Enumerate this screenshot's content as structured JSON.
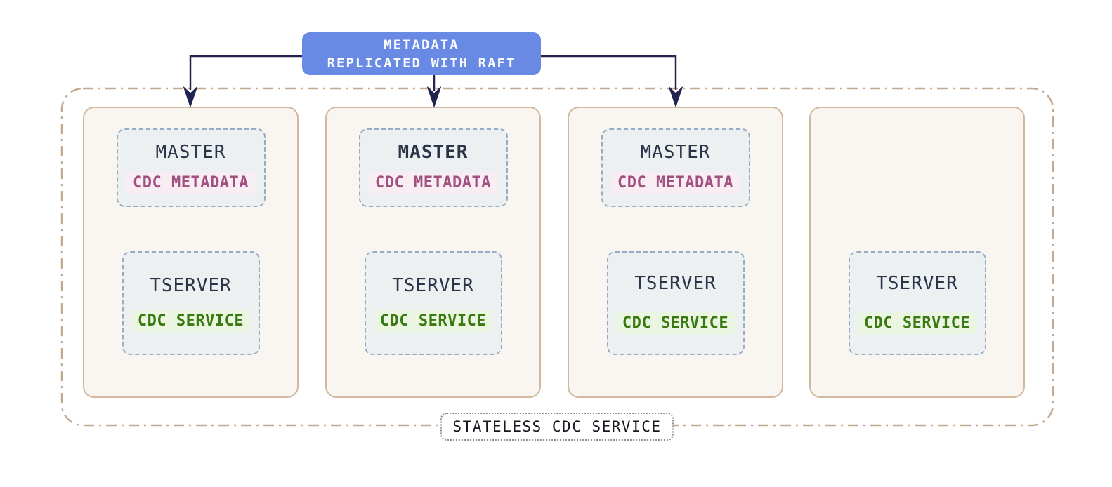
{
  "raft_box": {
    "line1": "METADATA",
    "line2": "REPLICATED WITH RAFT"
  },
  "footer_label": "STATELESS CDC SERVICE",
  "nodes": [
    {
      "master_title": "MASTER",
      "master_badge": "CDC METADATA",
      "tserver_title": "TSERVER",
      "tserver_badge": "CDC SERVICE"
    },
    {
      "master_title": "MASTER",
      "master_badge": "CDC METADATA",
      "tserver_title": "TSERVER",
      "tserver_badge": "CDC SERVICE"
    },
    {
      "master_title": "MASTER",
      "master_badge": "CDC METADATA",
      "tserver_title": "TSERVER",
      "tserver_badge": "CDC SERVICE"
    },
    {
      "tserver_title": "TSERVER",
      "tserver_badge": "CDC SERVICE"
    }
  ],
  "colors": {
    "raft_box_bg": "#688ae4",
    "raft_box_text": "#fbfcff",
    "arrow": "#232350",
    "outer_boundary_border": "#c3a98f",
    "node_border": "#d2b89f",
    "node_bg": "#f9f6f2",
    "inner_box_border": "#96abc4",
    "inner_box_bg": "#edf0f1",
    "title_text": "#2b3448",
    "metadata_text": "#a1517f",
    "metadata_bg": "#f7edf2",
    "service_text": "#39790f",
    "service_bg": "#ebf6e2",
    "footer_text": "#16181d",
    "footer_border": "#8f8f8f"
  }
}
